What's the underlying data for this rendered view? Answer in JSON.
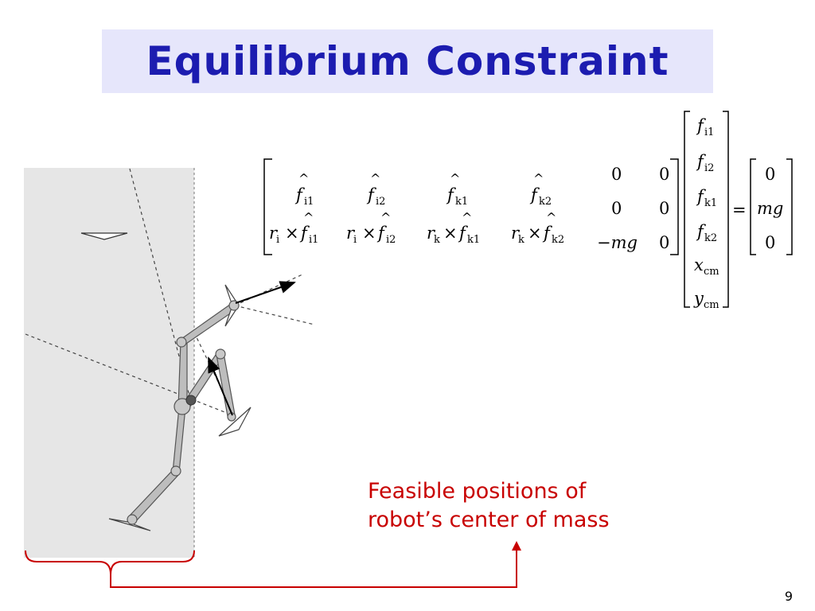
{
  "title": "Equilibrium Constraint",
  "caption": {
    "line1": "Feasible positions of",
    "line2": "robot’s center of mass"
  },
  "slide_number": "9",
  "colors": {
    "title_bg": "#e6e6fb",
    "title_text": "#1c1cb0",
    "caption_text": "#c80000",
    "region_fill": "#e6e6e6",
    "bracket": "#c80000"
  },
  "equation": {
    "matrix_a": {
      "row1": [
        {
          "base": "f",
          "sub": "i1",
          "hat": true
        },
        {
          "base": "f",
          "sub": "i2",
          "hat": true
        },
        {
          "base": "f",
          "sub": "k1",
          "hat": true
        },
        {
          "base": "f",
          "sub": "k2",
          "hat": true
        },
        {
          "base": "0"
        },
        {
          "base": "0"
        }
      ],
      "row2": [
        {
          "base": "0"
        },
        {
          "base": "0"
        }
      ],
      "row3": [
        {
          "r": "r",
          "rsub": "i",
          "base": "f",
          "sub": "i1"
        },
        {
          "r": "r",
          "rsub": "i",
          "base": "f",
          "sub": "i2"
        },
        {
          "r": "r",
          "rsub": "k",
          "base": "f",
          "sub": "k1"
        },
        {
          "r": "r",
          "rsub": "k",
          "base": "f",
          "sub": "k2"
        },
        {
          "base": "−mg"
        },
        {
          "base": "0"
        }
      ]
    },
    "vector_x": [
      {
        "base": "f",
        "sub": "i1"
      },
      {
        "base": "f",
        "sub": "i2"
      },
      {
        "base": "f",
        "sub": "k1"
      },
      {
        "base": "f",
        "sub": "k2"
      },
      {
        "base": "x",
        "sub": "cm"
      },
      {
        "base": "y",
        "sub": "cm"
      }
    ],
    "equals": "=",
    "vector_b": [
      "0",
      "mg",
      "0"
    ]
  }
}
